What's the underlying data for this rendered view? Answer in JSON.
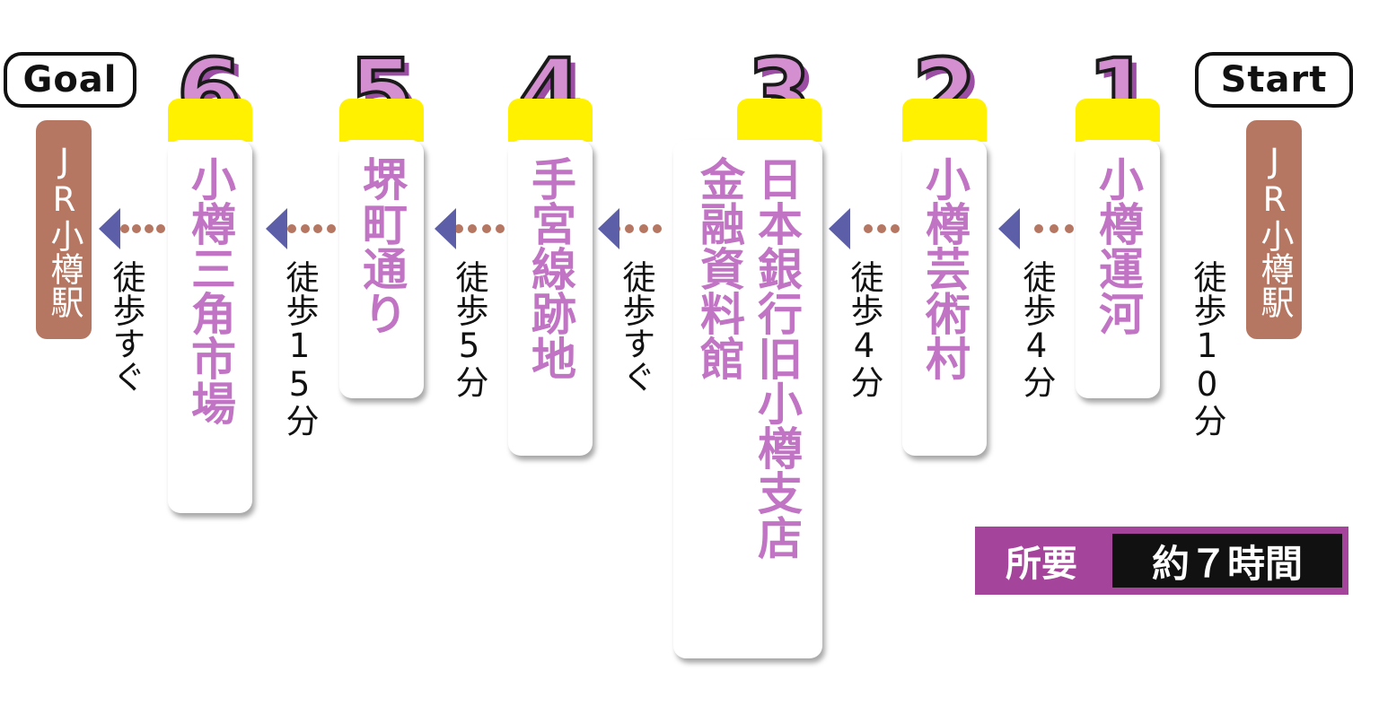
{
  "start_label": "Start",
  "goal_label": "Goal",
  "station_start": "JR小樽駅",
  "station_goal": "JR小樽駅",
  "spots": [
    {
      "number": "1",
      "name": "小樽運河"
    },
    {
      "number": "2",
      "name": "小樽芸術村"
    },
    {
      "number": "3",
      "name_line1": "日本銀行旧小樽支店",
      "name_line2": "金融資料館"
    },
    {
      "number": "4",
      "name": "手宮線跡地"
    },
    {
      "number": "5",
      "name": "堺町通り"
    },
    {
      "number": "6",
      "name": "小樽三角市場"
    }
  ],
  "walks": [
    "徒歩10分",
    "徒歩4分",
    "徒歩4分",
    "徒歩すぐ",
    "徒歩5分",
    "徒歩15分",
    "徒歩すぐ"
  ],
  "time": {
    "label": "所要",
    "value": "約７時間"
  },
  "colors": {
    "spot_text": "#c174c4",
    "number_fill": "#d48fd0",
    "number_shadow": "#9b4ea3",
    "tab": "#fff100",
    "station": "#b57762",
    "arrow": "#5c5ea8",
    "time_bar": "#a5449b"
  }
}
